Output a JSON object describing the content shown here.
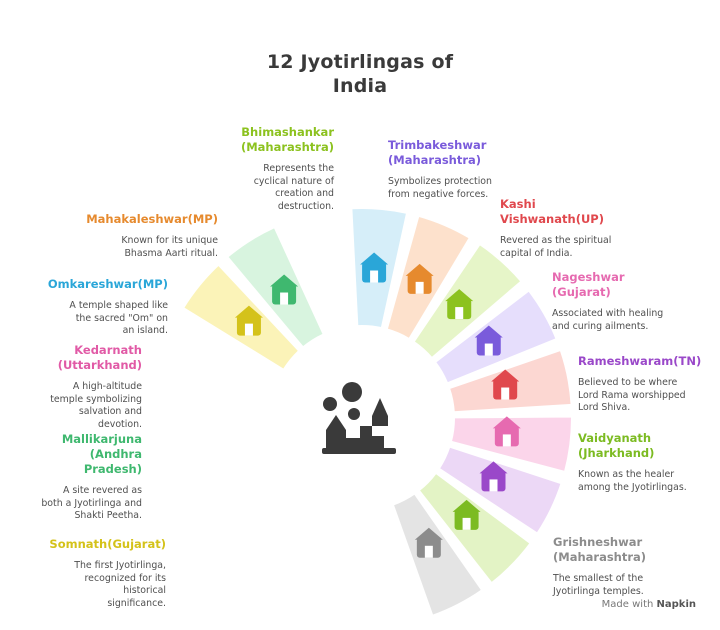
{
  "title_line1": "12 Jyotirlingas of",
  "title_line2": "India",
  "footer": {
    "made_with": "Made with",
    "brand": "Napkin"
  },
  "items": [
    {
      "name": "Somnath(Gujarat)",
      "desc": "The first Jyotirlinga, recognized for its historical significance.",
      "color": "#d4c21a",
      "fill": "#fbf3b8",
      "icon": "sunrise-icon"
    },
    {
      "name": "Mallikarjuna (Andhra Pradesh)",
      "desc": "A site revered as both a Jyotirlinga and Shakti Peetha.",
      "color": "#3fb86f",
      "fill": "#d8f4df",
      "icon": "forest-icon"
    },
    {
      "name": "Kedarnath (Uttarkhand)",
      "desc": "A high-altitude temple symbolizing salvation and devotion.",
      "color": "#e15aa6",
      "fill": "#ffffff",
      "icon": "none"
    },
    {
      "name": "Omkareshwar(MP)",
      "desc": "A temple shaped like the sacred \"Om\" on an island.",
      "color": "#2aa6d8",
      "fill": "#d6eef9",
      "icon": "island-temple-icon"
    },
    {
      "name": "Mahakaleshwar(MP)",
      "desc": "Known for its unique Bhasma Aarti ritual.",
      "color": "#e68a2e",
      "fill": "#fde1cc",
      "icon": "temple-icon"
    },
    {
      "name": "Bhimashankar (Maharashtra)",
      "desc": "Represents the cyclical nature of creation and destruction.",
      "color": "#8cc21f",
      "fill": "#e6f5c8",
      "icon": "fountain-icon"
    },
    {
      "name": "Trimbakeshwar (Maharashtra)",
      "desc": "Symbolizes protection from negative forces.",
      "color": "#7a5bdb",
      "fill": "#e6defc",
      "icon": "bridge-icon"
    },
    {
      "name": "Kashi Vishwanath(UP)",
      "desc": "Revered as the spiritual capital of India.",
      "color": "#e0484d",
      "fill": "#fcd7d2",
      "icon": "palace-icon"
    },
    {
      "name": "Nageshwar (Gujarat)",
      "desc": "Associated with healing and curing ailments.",
      "color": "#e66ab0",
      "fill": "#fbd5ea",
      "icon": "lotus-icon"
    },
    {
      "name": "Rameshwaram(TN)",
      "desc": "Believed to be where Lord Rama worshipped Lord Shiva.",
      "color": "#9a48c9",
      "fill": "#ecd8f6",
      "icon": "shrine-icon"
    },
    {
      "name": "Vaidyanath (Jharkhand)",
      "desc": "Known as the healer among the Jyotirlingas.",
      "color": "#7cbb22",
      "fill": "#e3f3c5",
      "icon": "healing-icon"
    },
    {
      "name": "Grishneshwar (Maharashtra)",
      "desc": "The smallest of the Jyotirlinga temples.",
      "color": "#8c8c8c",
      "fill": "#e4e4e4",
      "icon": "om-icon"
    }
  ]
}
